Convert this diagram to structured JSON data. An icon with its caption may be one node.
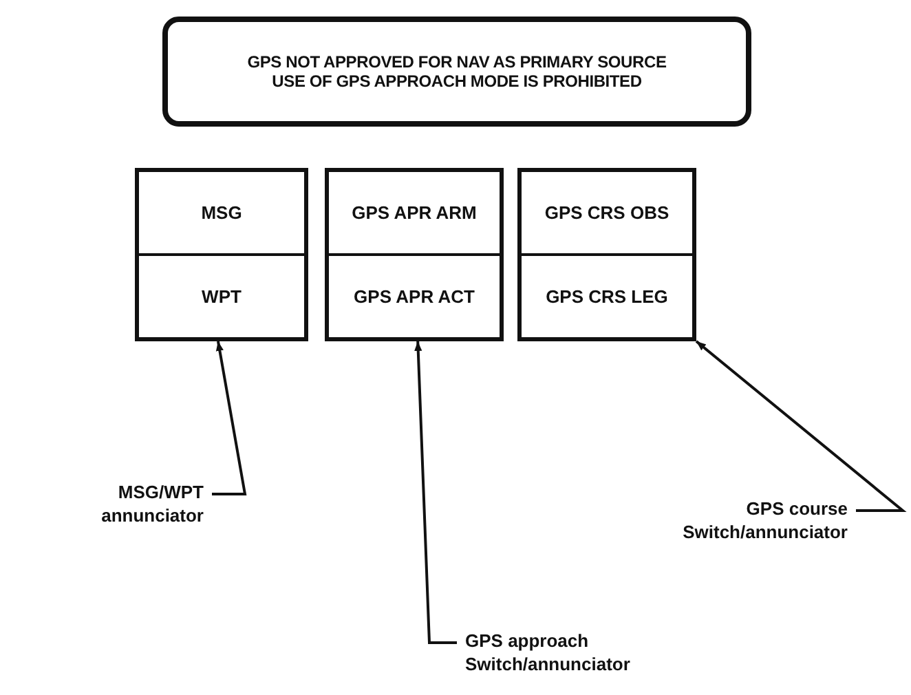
{
  "diagram": {
    "nodes": [
      {
        "text": [
          "GPS NOT APPROVED FOR NAV AS PRIMARY SOURCE",
          "USE OF GPS APPROACH MODE IS PROHIBITED"
        ]
      },
      {
        "text": [
          "MSG",
          "WPT"
        ]
      },
      {
        "text": [
          "GPS APR ARM",
          "GPS APR ACT"
        ]
      },
      {
        "text": [
          "GPS CRS OBS",
          "GPS CRS LEG"
        ]
      },
      {
        "text": [
          "MSG/WPT annunciator"
        ]
      },
      {
        "text": [
          "GPS approach Switch/annunciator"
        ]
      },
      {
        "text": [
          "GPS course Switch/annunciator"
        ]
      }
    ],
    "edges": [
      {
        "from": 4,
        "to": 1,
        "arrow": "to"
      },
      {
        "from": 5,
        "to": 2,
        "arrow": "to"
      },
      {
        "from": 6,
        "to": 3,
        "arrow": "to"
      }
    ]
  }
}
